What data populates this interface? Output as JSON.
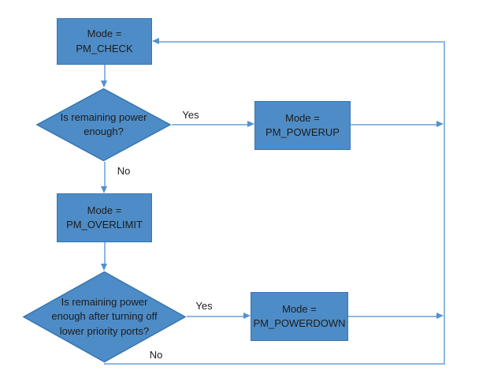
{
  "diagram": {
    "type": "flowchart",
    "nodes": {
      "pm_check": {
        "shape": "process",
        "lines": [
          "Mode =",
          "PM_CHECK"
        ]
      },
      "decision_power_enough": {
        "shape": "decision",
        "lines": [
          "Is remaining power",
          "enough?"
        ]
      },
      "pm_powerup": {
        "shape": "process",
        "lines": [
          "Mode =",
          "PM_POWERUP"
        ]
      },
      "pm_overlimit": {
        "shape": "process",
        "lines": [
          "Mode =",
          "PM_OVERLIMIT"
        ]
      },
      "decision_power_after_turnoff": {
        "shape": "decision",
        "lines": [
          "Is remaining power",
          "enough after turning off",
          "lower priority ports?"
        ]
      },
      "pm_powerdown": {
        "shape": "process",
        "lines": [
          "Mode =",
          "PM_POWERDOWN"
        ]
      }
    },
    "edges": [
      {
        "from": "pm_check",
        "to": "decision_power_enough",
        "label": ""
      },
      {
        "from": "decision_power_enough",
        "to": "pm_powerup",
        "label": "Yes"
      },
      {
        "from": "decision_power_enough",
        "to": "pm_overlimit",
        "label": "No"
      },
      {
        "from": "pm_overlimit",
        "to": "decision_power_after_turnoff",
        "label": ""
      },
      {
        "from": "decision_power_after_turnoff",
        "to": "pm_powerdown",
        "label": "Yes"
      },
      {
        "from": "decision_power_after_turnoff",
        "to": "pm_check",
        "label": "No"
      },
      {
        "from": "pm_powerup",
        "to": "pm_check",
        "label": ""
      },
      {
        "from": "pm_powerdown",
        "to": "pm_check",
        "label": ""
      }
    ],
    "colors": {
      "shape_fill": "#4e8cc7",
      "shape_border": "#3576b2",
      "connector": "#8fb6e0",
      "arrowhead": "#5591cb",
      "text": "#1c1c1c",
      "background": "#ffffff"
    }
  }
}
